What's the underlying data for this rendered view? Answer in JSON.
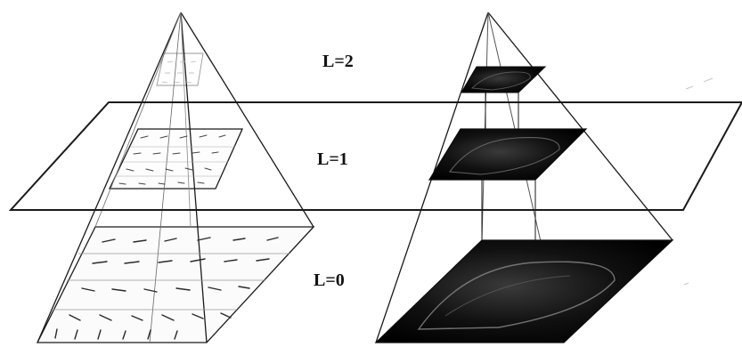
{
  "labels": {
    "level_2": "L=2",
    "level_1": "L=1",
    "level_0": "L=0"
  },
  "colors": {
    "line": "#1a1a1a",
    "image_dark": "#0d0d0d",
    "image_light": "#c8c8c8",
    "background": "#ffffff"
  }
}
